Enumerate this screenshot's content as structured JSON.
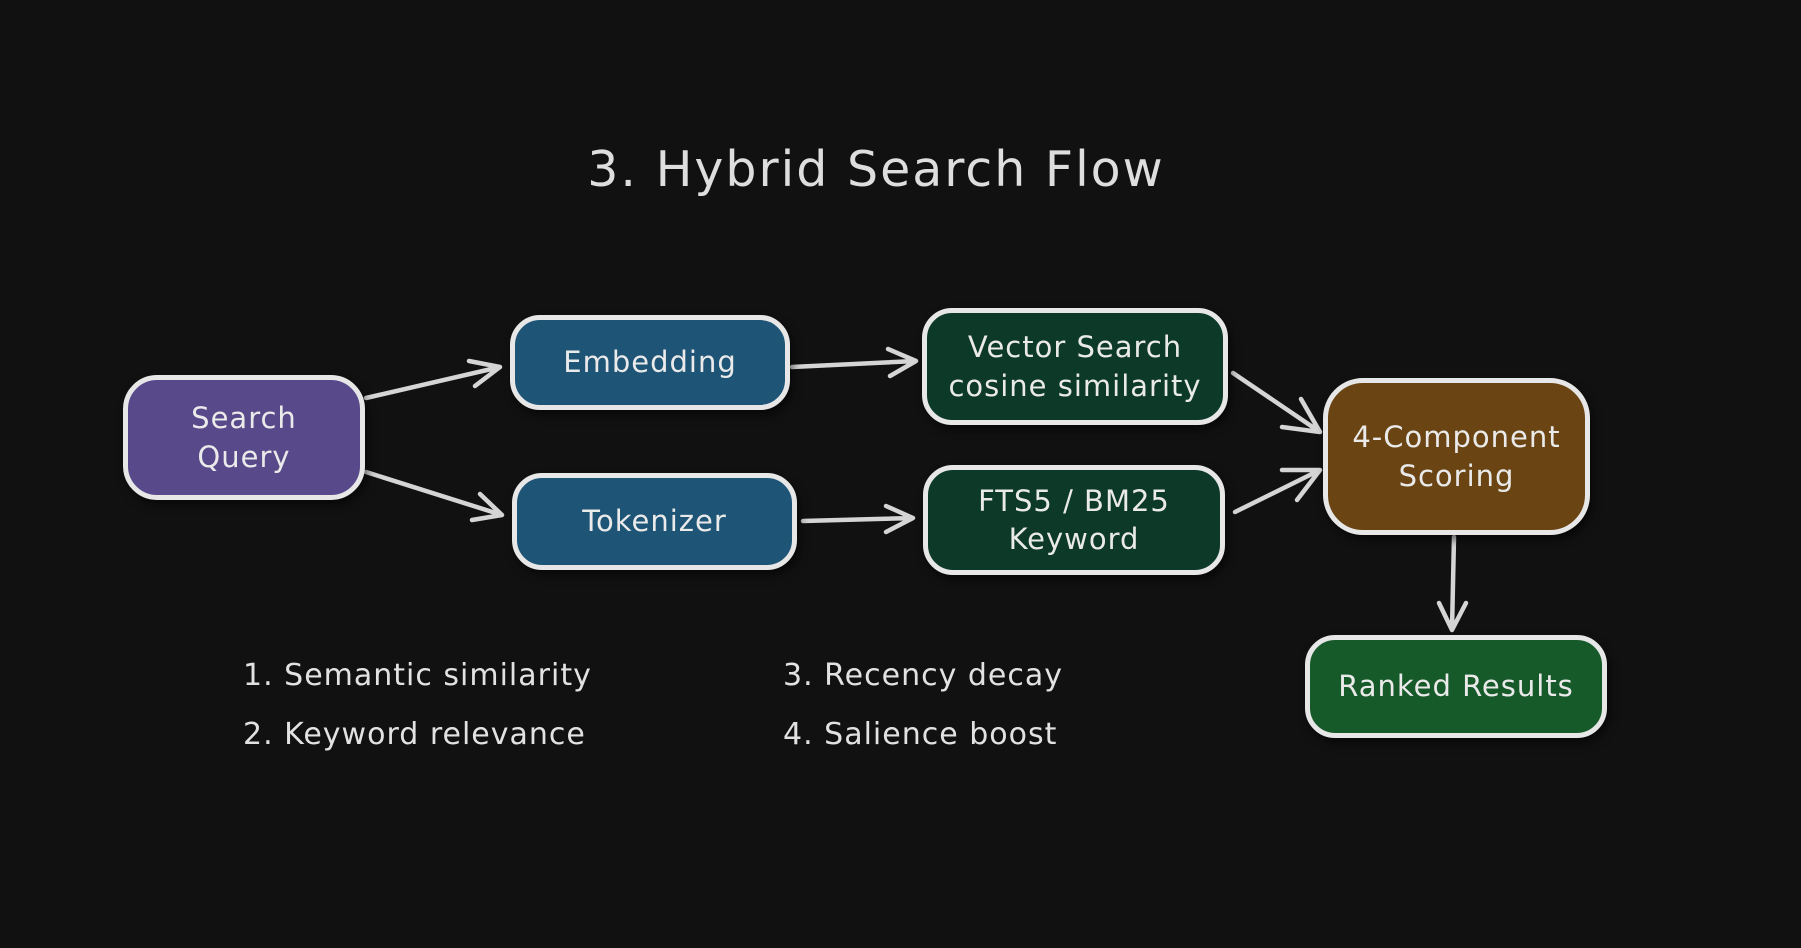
{
  "title": "3. Hybrid Search Flow",
  "nodes": {
    "search_query": {
      "lines": [
        "Search",
        "Query"
      ],
      "fill": "#57498a"
    },
    "embedding": {
      "lines": [
        "Embedding"
      ],
      "fill": "#1e5476"
    },
    "tokenizer": {
      "lines": [
        "Tokenizer"
      ],
      "fill": "#1e5476"
    },
    "vector_search": {
      "lines": [
        "Vector Search",
        "cosine similarity"
      ],
      "fill": "#0d3a28"
    },
    "fts_keyword": {
      "lines": [
        "FTS5 / BM25",
        "Keyword"
      ],
      "fill": "#0d3a28"
    },
    "scoring": {
      "lines": [
        "4-Component",
        "Scoring"
      ],
      "fill": "#6b4413"
    },
    "ranked_results": {
      "lines": [
        "Ranked Results"
      ],
      "fill": "#175a2a"
    }
  },
  "notes": [
    "1. Semantic similarity",
    "2. Keyword relevance",
    "3. Recency decay",
    "4. Salience boost"
  ],
  "colors": {
    "background": "#111111",
    "node_border": "#e7e7e7",
    "arrow": "#d5d5d5",
    "text": "#eaeaea",
    "purple": "#57498a",
    "blue": "#1e5476",
    "dark_green": "#0d3a28",
    "brown": "#6b4413",
    "green": "#175a2a"
  }
}
